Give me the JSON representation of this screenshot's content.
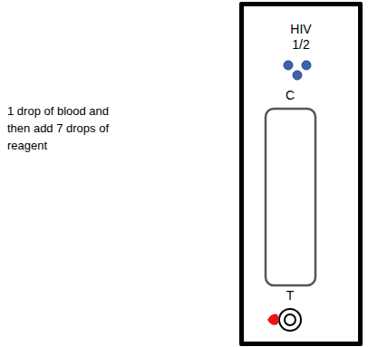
{
  "diagram": {
    "nodes": [
      {
        "text": [
          "HIV 1/2",
          "C",
          "T"
        ]
      }
    ],
    "labels": [
      "1 drop of blood and then add 7 drops of reagent"
    ]
  }
}
